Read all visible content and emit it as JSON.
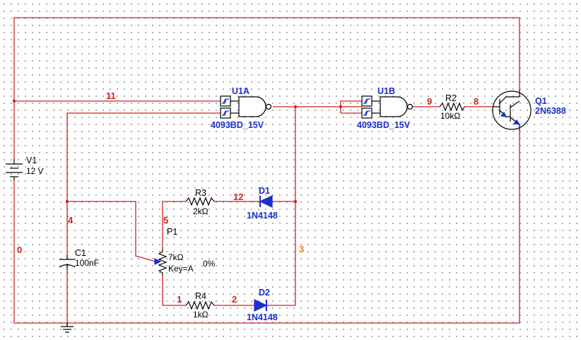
{
  "schematic": {
    "gates": {
      "u1a": {
        "ref": "U1A",
        "value": "4093BD_15V"
      },
      "u1b": {
        "ref": "U1B",
        "value": "4093BD_15V"
      }
    },
    "transistor": {
      "ref": "Q1",
      "value": "2N6388"
    },
    "source": {
      "ref": "V1",
      "value": "12 V"
    },
    "capacitor": {
      "ref": "C1",
      "value": "100nF"
    },
    "resistors": {
      "r2": {
        "ref": "R2",
        "value": "10kΩ"
      },
      "r3": {
        "ref": "R3",
        "value": "2kΩ"
      },
      "r4": {
        "ref": "R4",
        "value": "1kΩ"
      }
    },
    "potentiometer": {
      "ref": "P1",
      "value": "7kΩ",
      "key": "Key=A",
      "setting": "0%"
    },
    "diodes": {
      "d1": {
        "ref": "D1",
        "value": "1N4148"
      },
      "d2": {
        "ref": "D2",
        "value": "1N4148"
      }
    },
    "nets": {
      "n0": "0",
      "n1": "1",
      "n2": "2",
      "n3": "3",
      "n4": "4",
      "n5": "5",
      "n8": "8",
      "n9": "9",
      "n11": "11",
      "n12": "12"
    },
    "colors": {
      "wire": "#d42020",
      "component_label": "#1a2fd0",
      "net_label": "#d42020",
      "net3_label": "#e0861a",
      "passive_label": "#000000",
      "grid_dot": "#9a9a9a"
    }
  }
}
